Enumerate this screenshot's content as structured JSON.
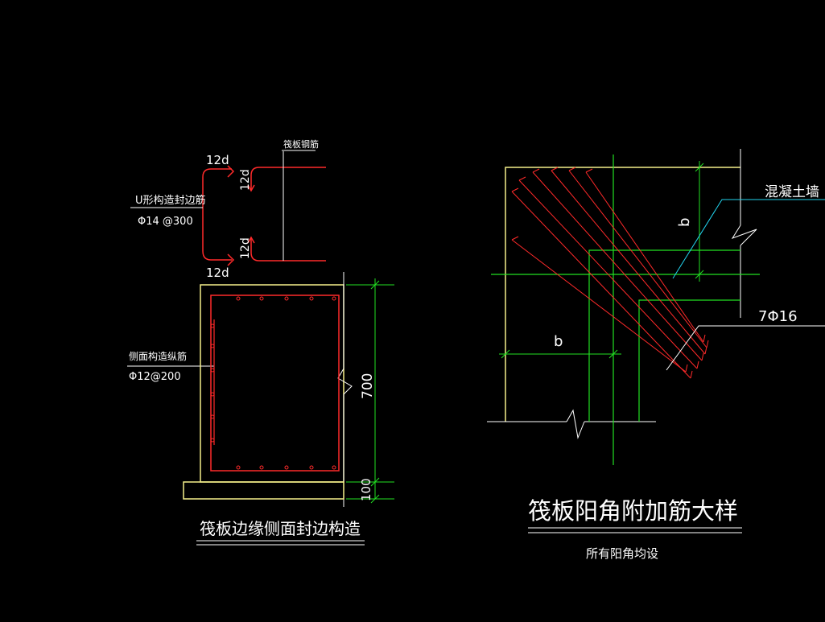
{
  "colors": {
    "background": "#000000",
    "concrete_outline": "#f5f08a",
    "reinforcement": "#ff2a2a",
    "dimension": "#22e022",
    "annotation": "#ffffff",
    "leader": "#22d3ee"
  },
  "left_detail": {
    "bar_lengths": {
      "top_left": "12d",
      "upper_right": "12d",
      "lower_right": "12d",
      "bottom_left": "12d"
    },
    "raft_bars_label": "筏板钢筋",
    "u_bar_label": "U形构造封边筋",
    "u_bar_spec": "Φ14 @300",
    "side_bar_label": "侧面构造纵筋",
    "side_bar_spec": "Φ12@200",
    "dim_thickness": "700",
    "dim_cushion": "100",
    "title": "筏板边缘侧面封边构造"
  },
  "right_detail": {
    "dim_b_vertical": "b",
    "dim_b_horizontal": "b",
    "wall_label": "混凝土墙",
    "bars_label": "7Φ16",
    "title": "筏板阳角附加筋大样",
    "subtitle": "所有阳角均设"
  }
}
